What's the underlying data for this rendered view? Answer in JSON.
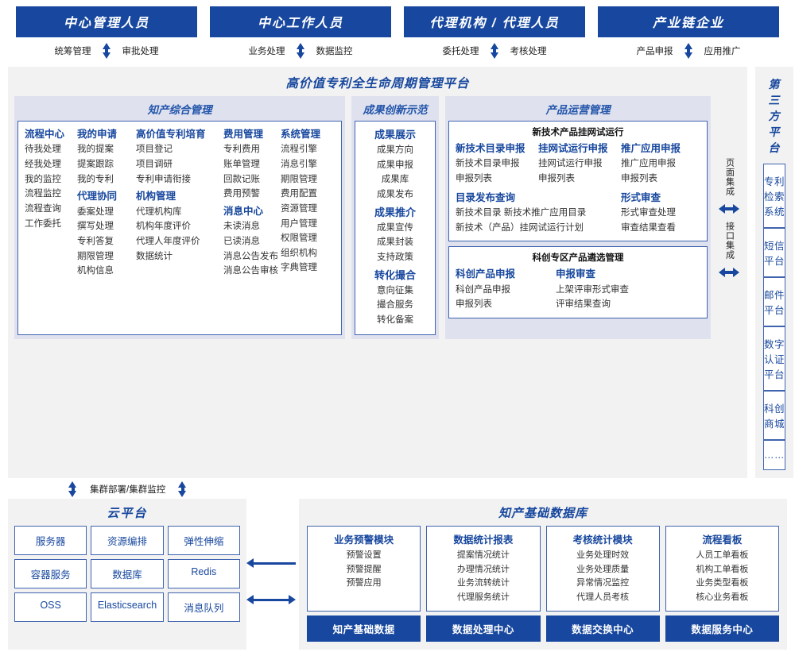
{
  "roles": [
    {
      "title": "中心管理人员",
      "left": "统筹管理",
      "right": "审批处理"
    },
    {
      "title": "中心工作人员",
      "left": "业务处理",
      "right": "数据监控"
    },
    {
      "title": "代理机构 / 代理人员",
      "left": "委托处理",
      "right": "考核处理"
    },
    {
      "title": "产业链企业",
      "left": "产品申报",
      "right": "应用推广"
    }
  ],
  "platform": {
    "title": "高价值专利全生命周期管理平台",
    "comprehensive": {
      "title": "知产综合管理",
      "columns": [
        {
          "groups": [
            {
              "head": "流程中心",
              "items": [
                "待我处理",
                "经我处理",
                "我的监控",
                "流程监控",
                "流程查询",
                "工作委托"
              ]
            }
          ]
        },
        {
          "groups": [
            {
              "head": "我的申请",
              "items": [
                "我的提案",
                "提案跟踪",
                "我的专利"
              ]
            },
            {
              "head": "代理协同",
              "items": [
                "委案处理",
                "撰写处理",
                "专利答复",
                "期限管理",
                "机构信息"
              ]
            }
          ]
        },
        {
          "groups": [
            {
              "head": "高价值专利培育",
              "items": [
                "项目登记",
                "项目调研",
                "专利申请衔接"
              ]
            },
            {
              "head": "机构管理",
              "items": [
                "代理机构库",
                "机构年度评价",
                "代理人年度评价",
                "数据统计"
              ]
            }
          ]
        },
        {
          "groups": [
            {
              "head": "费用管理",
              "items": [
                "专利费用",
                "账单管理",
                "回款记账",
                "费用预警"
              ]
            },
            {
              "head": "消息中心",
              "items": [
                "未读消息",
                "已读消息",
                "消息公告发布",
                "消息公告审核"
              ]
            }
          ]
        },
        {
          "groups": [
            {
              "head": "系统管理",
              "items": [
                "流程引擎",
                "消息引擎",
                "期限管理",
                "费用配置",
                "资源管理",
                "用户管理",
                "权限管理",
                "组织机构",
                "字典管理"
              ]
            }
          ]
        }
      ]
    },
    "achievements": {
      "title": "成果创新示范",
      "groups": [
        {
          "head": "成果展示",
          "items": [
            "成果方向",
            "成果申报",
            "成果库",
            "成果发布"
          ]
        },
        {
          "head": "成果推介",
          "items": [
            "成果宣传",
            "成果封装",
            "支持政策"
          ]
        },
        {
          "head": "转化撮合",
          "items": [
            "意向征集",
            "撮合服务",
            "转化备案"
          ]
        }
      ]
    },
    "operations": {
      "title": "产品运营管理",
      "boxes": [
        {
          "title": "新技术产品挂网试运行",
          "rows": [
            {
              "cols": [
                {
                  "head": "新技术目录申报",
                  "items": [
                    "新技术目录申报",
                    "申报列表"
                  ]
                },
                {
                  "head": "挂网试运行申报",
                  "items": [
                    "挂网试运行申报",
                    "申报列表"
                  ]
                },
                {
                  "head": "推广应用申报",
                  "items": [
                    "推广应用申报",
                    "申报列表"
                  ]
                }
              ]
            },
            {
              "cols": [
                {
                  "head": "目录发布查询",
                  "items": [
                    "新技术目录        新技术推广应用目录",
                    "新技术（产品）挂网试运行计划"
                  ]
                },
                {
                  "head": "形式审查",
                  "items": [
                    "形式审查处理",
                    "审查结果查看"
                  ]
                }
              ]
            }
          ]
        },
        {
          "title": "科创专区产品遴选管理",
          "rows": [
            {
              "cols": [
                {
                  "head": "科创产品申报",
                  "items": [
                    "科创产品申报",
                    "申报列表"
                  ]
                },
                {
                  "head": "申报审查",
                  "items": [
                    "上架评审形式审查",
                    "评审结果查询"
                  ]
                }
              ]
            }
          ]
        }
      ]
    },
    "integration": {
      "page": "页面集成",
      "api": "接口集成"
    }
  },
  "third_party": {
    "title": "第三方平台",
    "items": [
      "专利检索系统",
      "短信平台",
      "邮件平台",
      "数字认证平台",
      "科创商城",
      "……"
    ]
  },
  "cluster_label": "集群部署/集群监控",
  "cloud": {
    "title": "云平台",
    "cells": [
      "服务器",
      "资源编排",
      "弹性伸缩",
      "容器服务",
      "数据库",
      "Redis",
      "OSS",
      "Elasticsearch",
      "消息队列"
    ]
  },
  "database": {
    "title": "知产基础数据库",
    "columns": [
      {
        "head": "业务预警模块",
        "items": [
          "预警设置",
          "预警提醒",
          "预警应用"
        ],
        "foot": "知产基础数据"
      },
      {
        "head": "数据统计报表",
        "items": [
          "提案情况统计",
          "办理情况统计",
          "业务流转统计",
          "代理服务统计"
        ],
        "foot": "数据处理中心"
      },
      {
        "head": "考核统计模块",
        "items": [
          "业务处理时效",
          "业务处理质量",
          "异常情况监控",
          "代理人员考核"
        ],
        "foot": "数据交换中心"
      },
      {
        "head": "流程看板",
        "items": [
          "人员工单看板",
          "机构工单看板",
          "业务类型看板",
          "核心业务看板"
        ],
        "foot": "数据服务中心"
      }
    ]
  },
  "colors": {
    "primary": "#17479e",
    "accent": "#3f63ae",
    "panel": "#f2f2f2",
    "section": "#dfe1ef"
  }
}
